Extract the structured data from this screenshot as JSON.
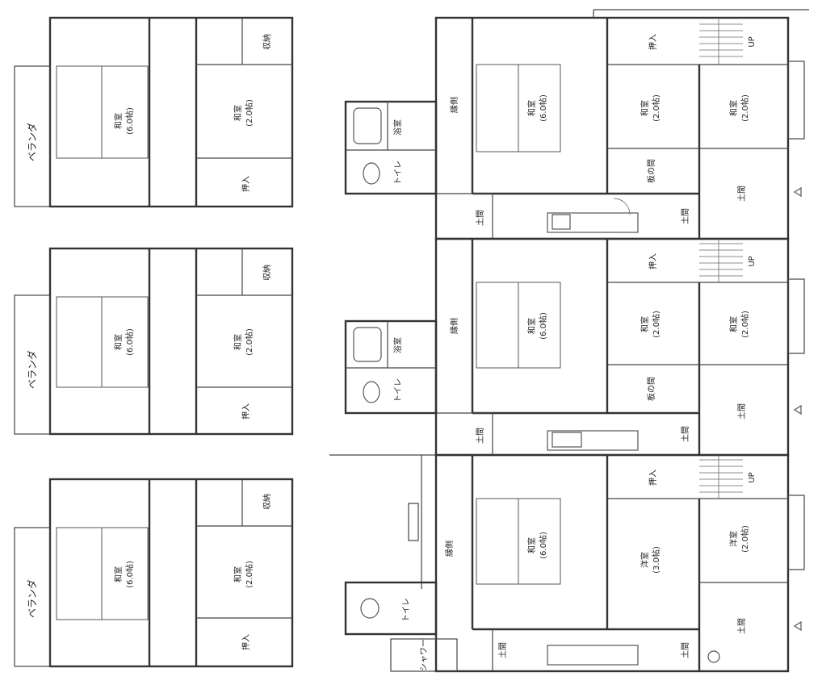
{
  "labels": {
    "veranda": "ベランダ",
    "washitsu": "和室",
    "size_6": "(6.0帖)",
    "size_6b": "(6.0帖)",
    "size_2": "(2.0帖)",
    "size_3": "(3.0帖)",
    "shuno": "収納",
    "oshiire": "押入",
    "engawa": "縁側",
    "yokushitsu": "浴室",
    "toilet": "トイレ",
    "doma": "土間",
    "itanoma": "板の間",
    "up": "UP",
    "yoshitsu": "洋室",
    "shower": "シャワー"
  }
}
